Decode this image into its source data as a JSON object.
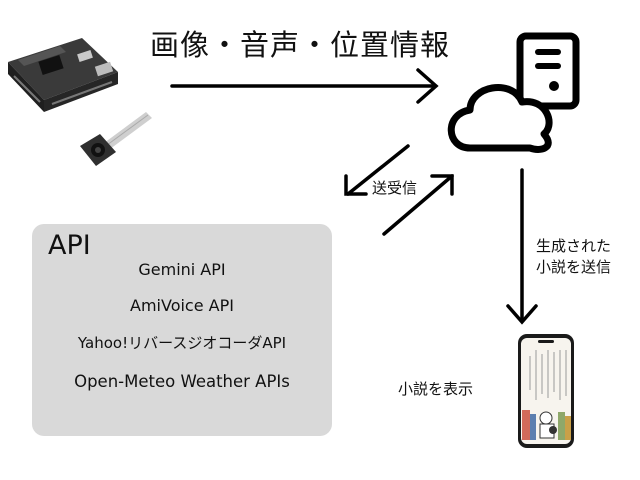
{
  "diagram": {
    "title": "画像・音声・位置情報",
    "transfer_label": "送受信",
    "generate_label_lines": [
      "生成された",
      "小説を送信"
    ],
    "display_label": "小説を表示",
    "api_box": {
      "heading": "API",
      "items": [
        "Gemini API",
        "AmiVoice API",
        "Yahoo!リバースジオコーダAPI",
        "Open-Meteo Weather APIs"
      ]
    },
    "icons": {
      "device": "microcontroller-board-with-camera-module",
      "server": "cloud-server-icon",
      "phone": "smartphone-novel-icon"
    },
    "colors": {
      "api_box": "#d9d9d9",
      "stroke": "#000000",
      "board": "#2b2b2b"
    }
  }
}
